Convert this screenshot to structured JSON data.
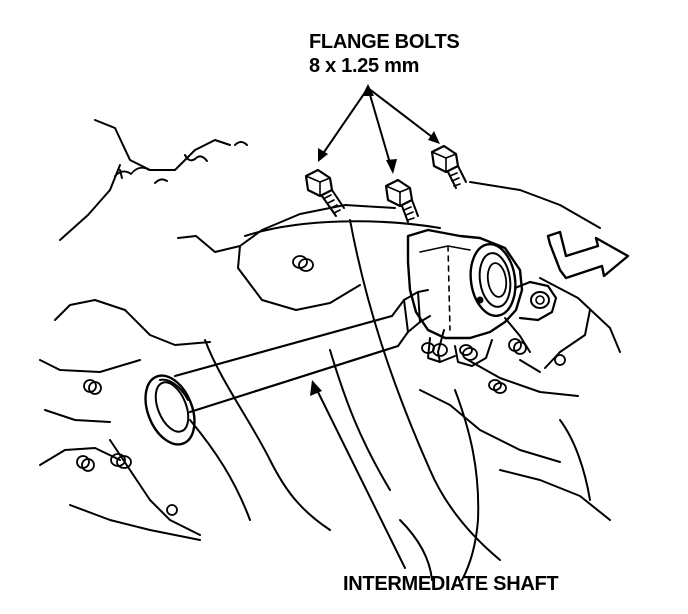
{
  "callouts": {
    "flange_bolts": {
      "title": "FLANGE BOLTS",
      "size": "8 x 1.25 mm"
    },
    "intermediate_shaft": "INTERMEDIATE SHAFT"
  },
  "colors": {
    "ink": "#000000",
    "paper": "#ffffff"
  }
}
